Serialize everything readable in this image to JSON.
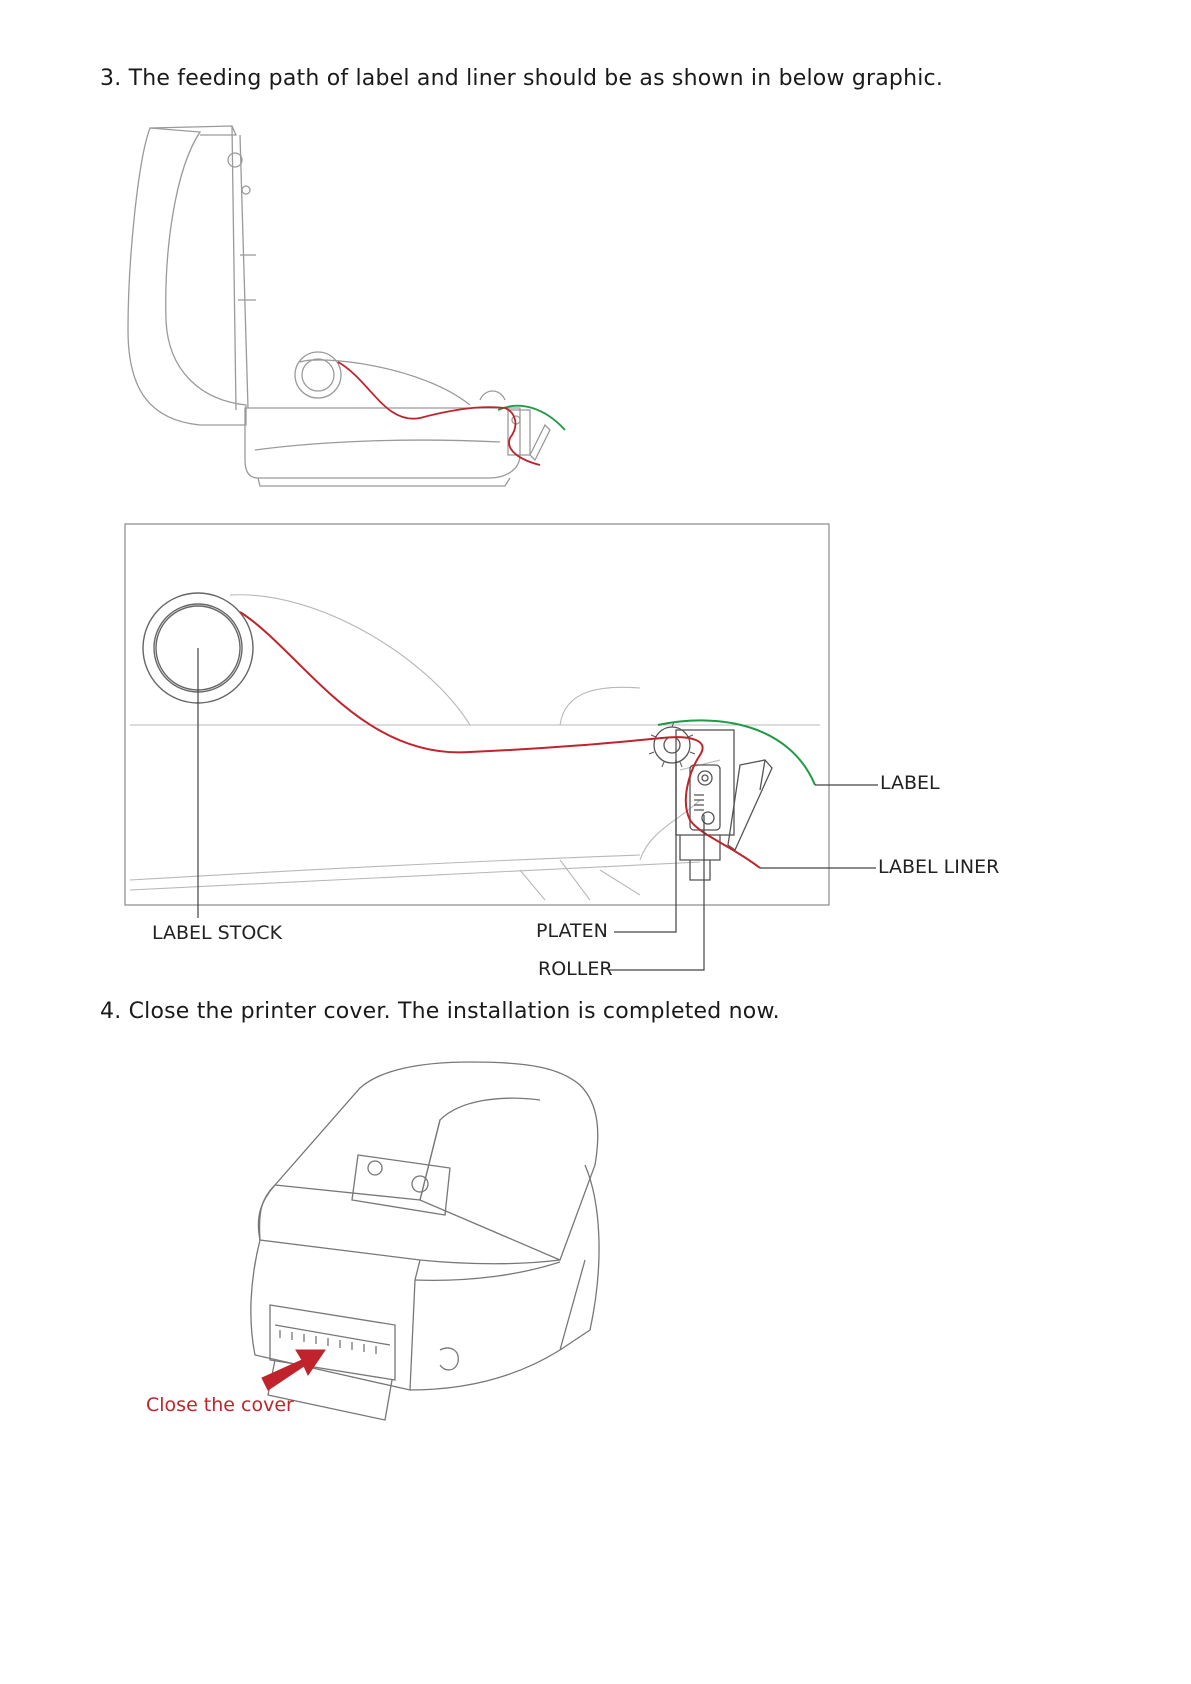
{
  "steps": {
    "step3": "3. The feeding path of label and liner should be as shown in below graphic.",
    "step4": "4. Close the printer cover. The installation is completed now."
  },
  "callouts": {
    "label": "LABEL",
    "label_liner": "LABEL LINER",
    "label_stock": "LABEL STOCK",
    "platen": "PLATEN",
    "roller": "ROLLER"
  },
  "caption": {
    "close_cover": "Close the cover"
  },
  "colors": {
    "label_path": "#1f9a46",
    "liner_path": "#c0232b",
    "line_art": "#9a9a9a"
  }
}
